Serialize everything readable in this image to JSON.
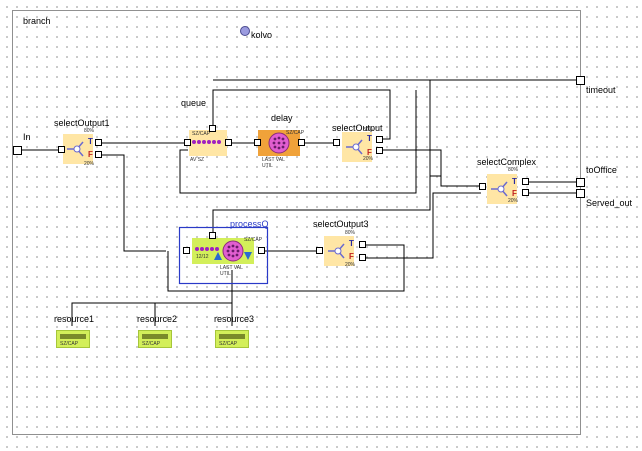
{
  "diagram": {
    "title": "branch",
    "kolvo_label": "kolvo",
    "inputs": {
      "in_label": "In"
    },
    "outputs": {
      "timeout_label": "timeout",
      "to_office_label": "toOffice",
      "served_out_label": "Served_out"
    },
    "blocks": {
      "select_output1": {
        "name": "selectOutput1",
        "true_pct": "80%",
        "false_pct": "20%"
      },
      "queue": {
        "name": "queue",
        "caption_top": "SZ/CAP",
        "caption_bottom": "AV SZ"
      },
      "delay": {
        "name": "delay",
        "caption_top": "SZ/CAP",
        "caption_bottom1": "LAST VAL",
        "caption_bottom2": "UTIL"
      },
      "select_output": {
        "name": "selectOutput",
        "true_pct": "80%",
        "false_pct": "20%"
      },
      "select_complex": {
        "name": "selectComplex",
        "true_pct": "80%",
        "false_pct": "20%"
      },
      "process_q": {
        "name": "processQ",
        "queue_count": "12/12",
        "caption_top": "SZ/CAP",
        "caption_bottom1": "LAST VAL",
        "caption_bottom2": "UTIL"
      },
      "select_output3": {
        "name": "selectOutput3",
        "true_pct": "80%",
        "false_pct": "20%"
      }
    },
    "resources": [
      {
        "name": "resource1",
        "caption": "SZ/CAP"
      },
      {
        "name": "resource2",
        "caption": "SZ/CAP"
      },
      {
        "name": "resource3",
        "caption": "SZ/CAP"
      }
    ],
    "port_flag": "F",
    "port_true": "T"
  }
}
